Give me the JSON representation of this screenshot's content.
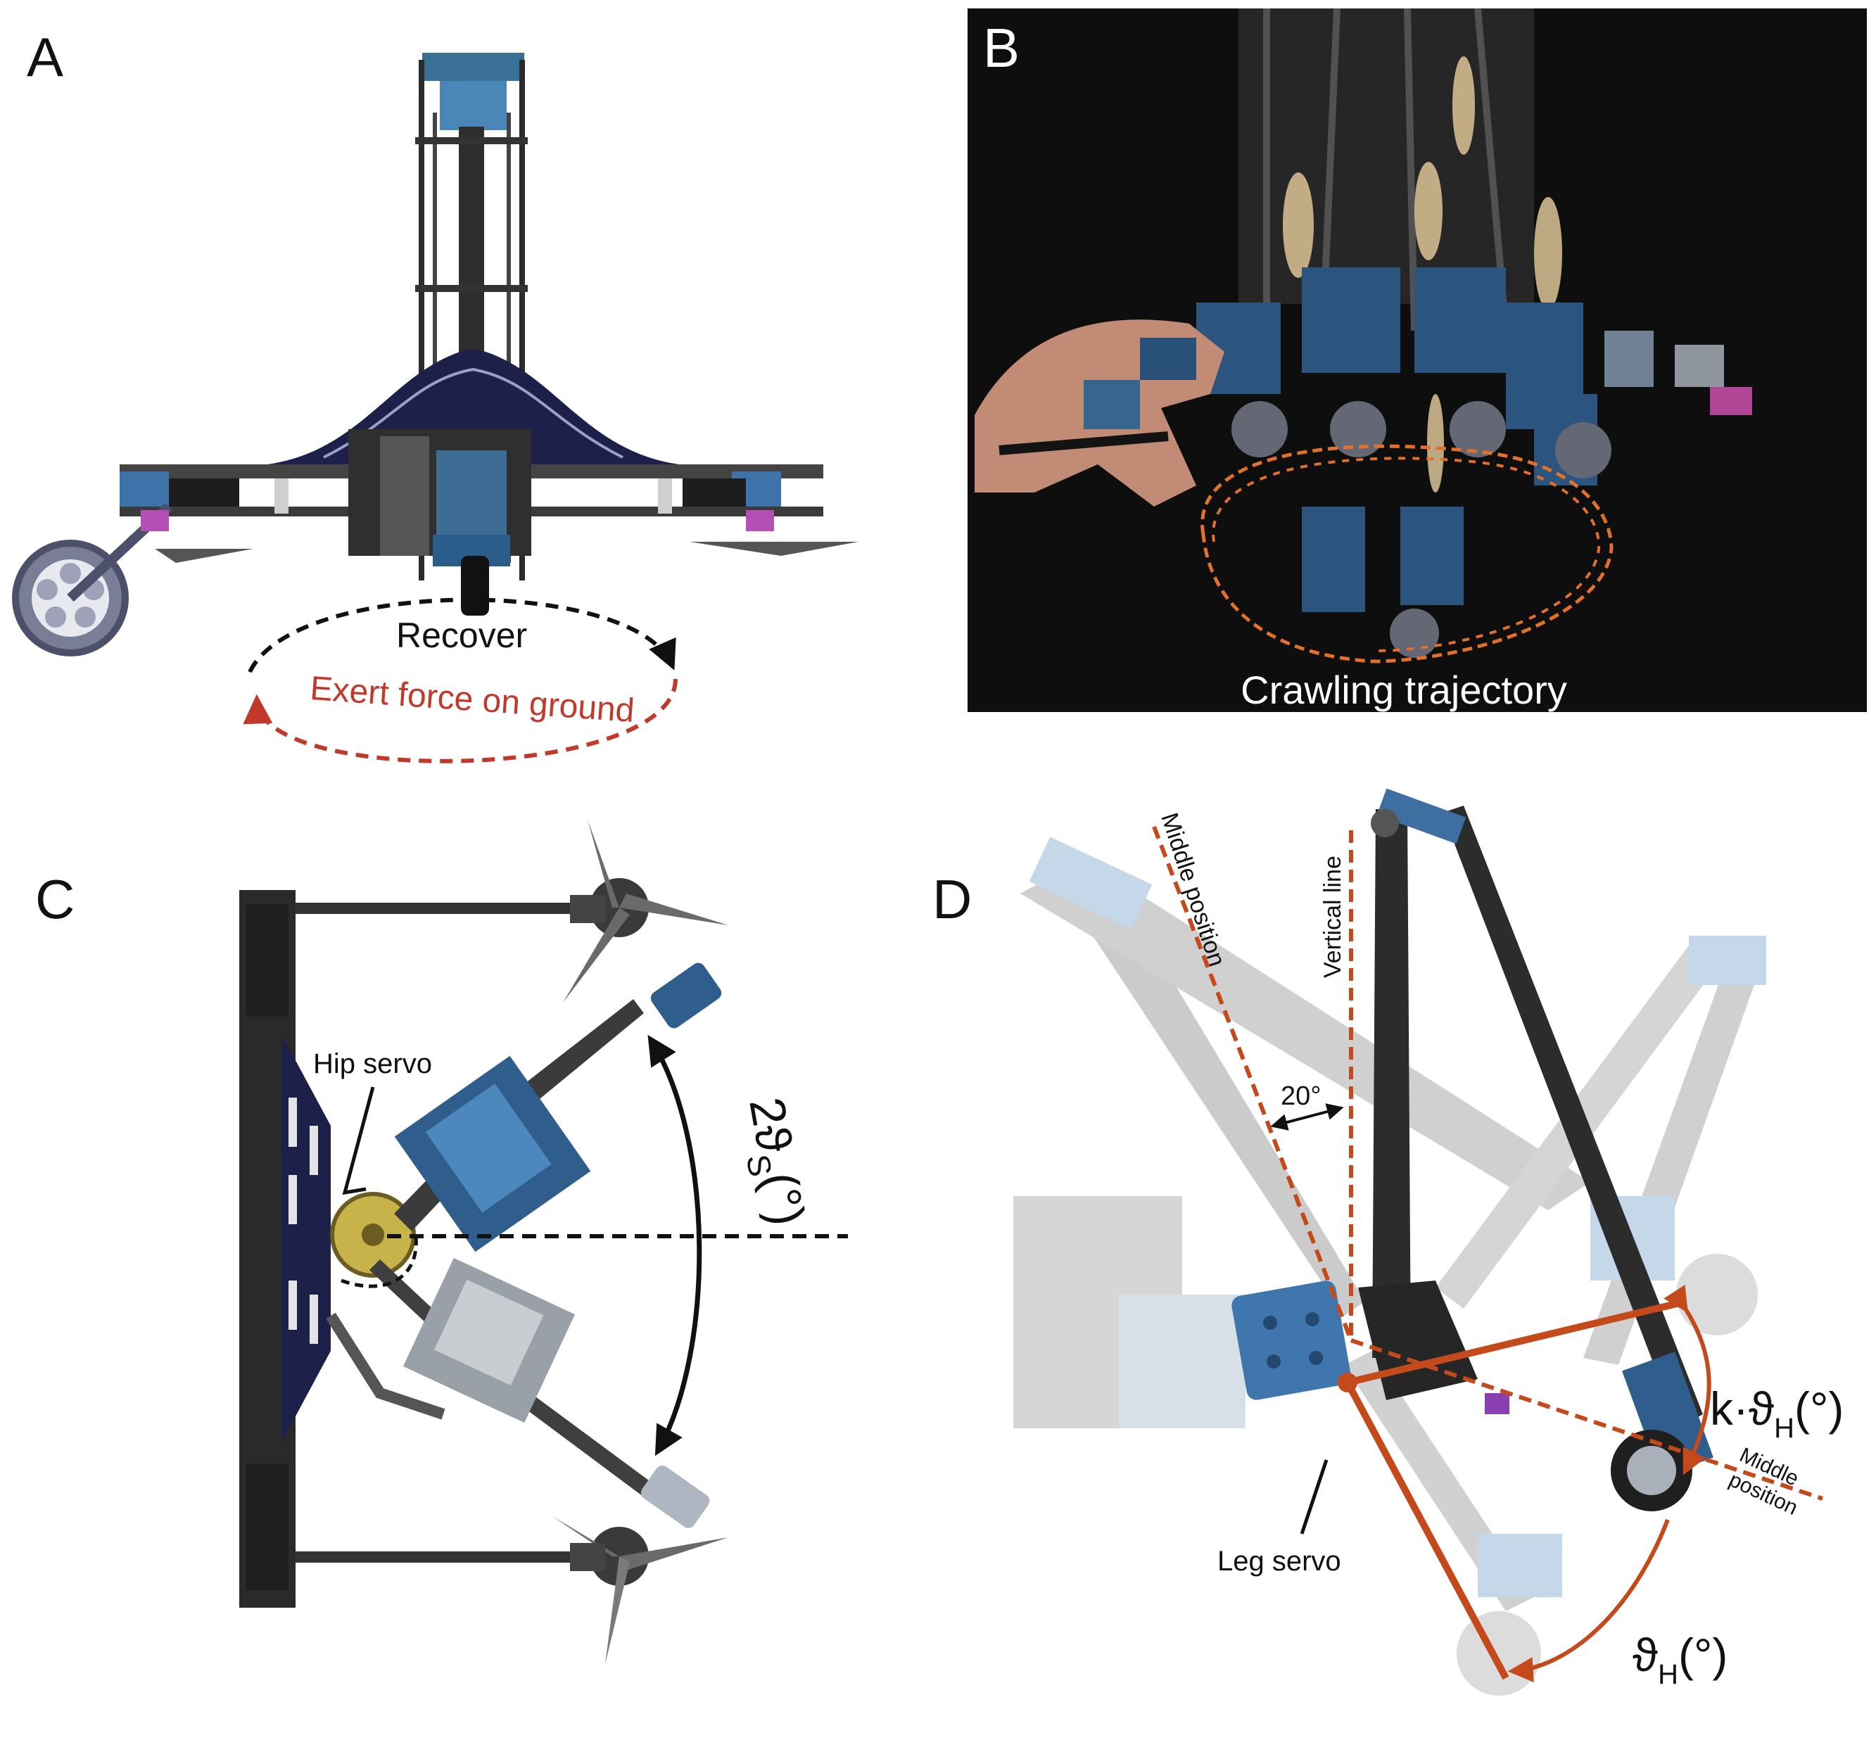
{
  "panels": {
    "a": {
      "letter": "A",
      "recover_label": "Recover",
      "exert_label": "Exert force on ground",
      "colors": {
        "recover": "#111111",
        "exert": "#c0392b"
      }
    },
    "b": {
      "letter": "B",
      "trajectory_label": "Crawling trajectory",
      "colors": {
        "trajectory": "#e0702c",
        "background": "#0e0e0e"
      }
    },
    "c": {
      "letter": "C",
      "hip_servo_label": "Hip servo",
      "angle_main": "2ϑ",
      "angle_sub": "S",
      "angle_unit": "(°)"
    },
    "d": {
      "letter": "D",
      "middle_position_top": "Middle position",
      "vertical_line": "Vertical line",
      "angle_20": "20°",
      "k_angle_main": "k·ϑ",
      "k_angle_sub": "H",
      "k_angle_unit": "(°)",
      "middle_position_right_1": "Middle",
      "middle_position_right_2": "position",
      "leg_servo_label": "Leg servo",
      "theta_main": "ϑ",
      "theta_sub": "H",
      "theta_unit": "(°)",
      "colors": {
        "accent": "#c44a1c"
      }
    }
  }
}
